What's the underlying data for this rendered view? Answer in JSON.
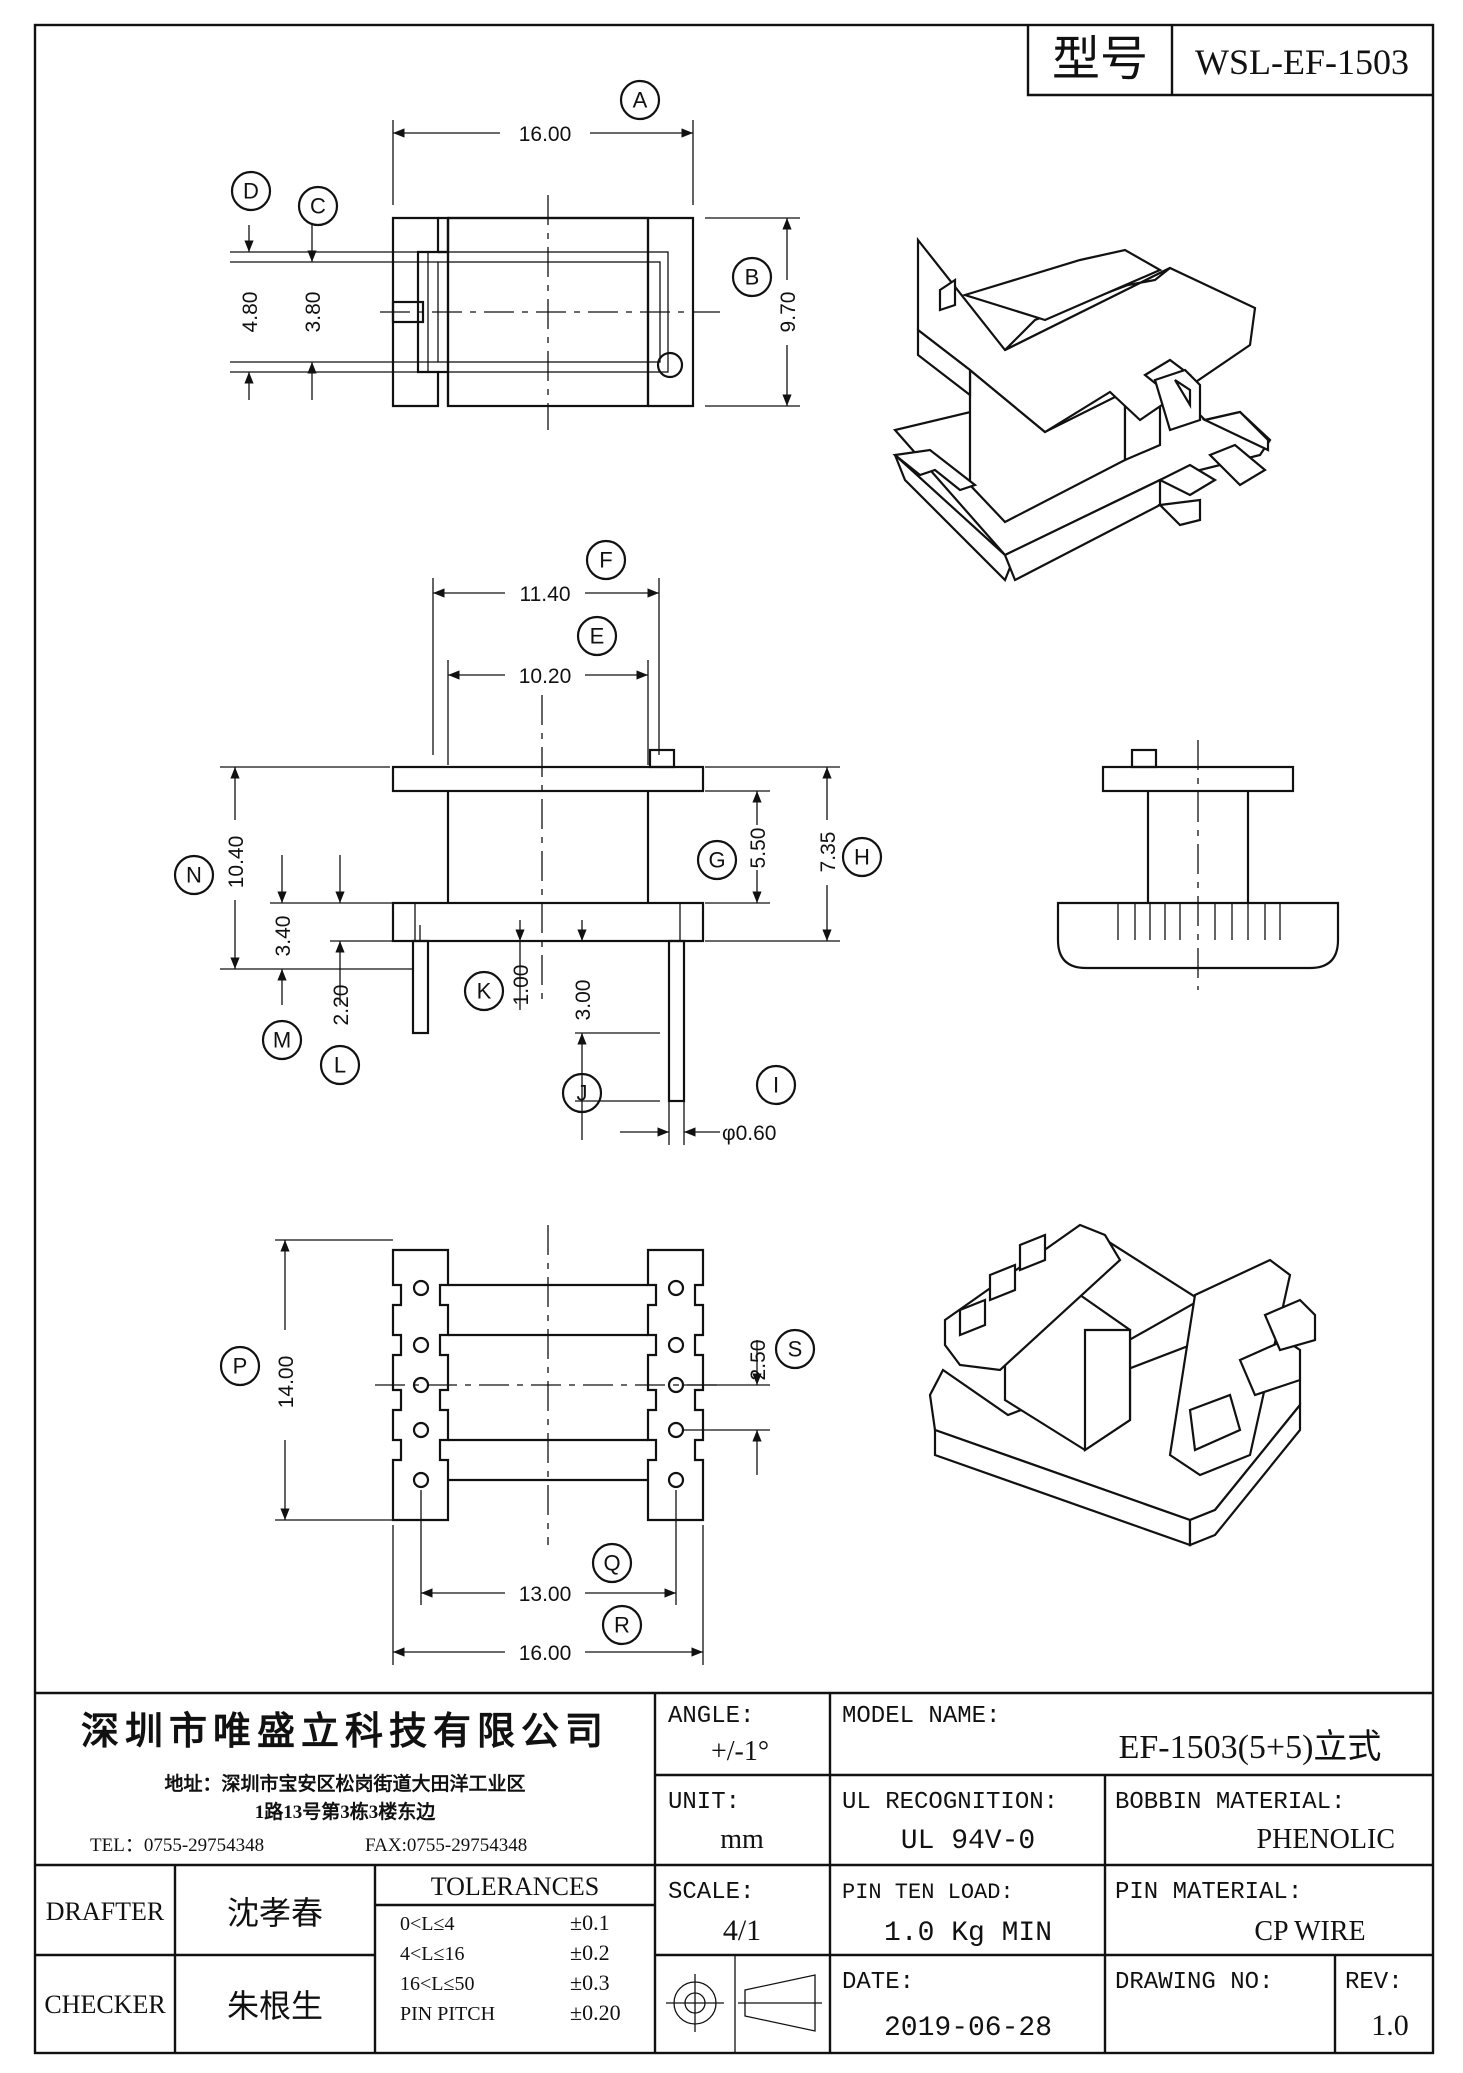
{
  "title_block_top": {
    "model_label": "型号",
    "model_value": "WSL-EF-1503"
  },
  "dimensions": {
    "top_view": {
      "a": "16.00",
      "b": "9.70",
      "c": "3.80",
      "d": "4.80"
    },
    "front_view": {
      "f": "11.40",
      "e": "10.20",
      "g": "5.50",
      "h": "7.35",
      "n": "10.40",
      "m": "3.40",
      "l": "2.20",
      "k": "1.00",
      "j": "3.00",
      "i": "φ0.60"
    },
    "bottom_view": {
      "p": "14.00",
      "s": "2.50",
      "q": "13.00",
      "r": "16.00"
    }
  },
  "callouts": [
    "A",
    "B",
    "C",
    "D",
    "E",
    "F",
    "G",
    "H",
    "I",
    "J",
    "K",
    "L",
    "M",
    "N",
    "P",
    "Q",
    "R",
    "S"
  ],
  "company": {
    "name": "深圳市唯盛立科技有限公司",
    "address1": "地址：深圳市宝安区松岗街道大田洋工业区",
    "address2": "1路13号第3栋3楼东边",
    "tel": "TEL：0755-29754348",
    "fax": "FAX:0755-29754348"
  },
  "angle": {
    "label": "ANGLE:",
    "value": "+/-1°"
  },
  "model_name": {
    "label": "MODEL NAME:",
    "value": "EF-1503(5+5)立式"
  },
  "unit": {
    "label": "UNIT:",
    "value": "mm"
  },
  "ul": {
    "label": "UL RECOGNITION:",
    "value": "UL 94V-0"
  },
  "bobbin_material": {
    "label": "BOBBIN MATERIAL:",
    "value": "PHENOLIC"
  },
  "drafter": {
    "label": "DRAFTER",
    "value": "沈孝春"
  },
  "checker": {
    "label": "CHECKER",
    "value": "朱根生"
  },
  "tolerances": {
    "label": "TOLERANCES",
    "rows": [
      {
        "range": "0<L≤4",
        "value": "±0.1"
      },
      {
        "range": "4<L≤16",
        "value": "±0.2"
      },
      {
        "range": "16<L≤50",
        "value": "±0.3"
      },
      {
        "range": "PIN PITCH",
        "value": "±0.20"
      }
    ]
  },
  "scale": {
    "label": "SCALE:",
    "value": "4/1"
  },
  "pin_ten_load": {
    "label": "PIN TEN LOAD:",
    "value": "1.0 Kg MIN"
  },
  "pin_material": {
    "label": "PIN MATERIAL:",
    "value": "CP WIRE"
  },
  "date": {
    "label": "DATE:",
    "value": "2019-06-28"
  },
  "drawing_no": {
    "label": "DRAWING NO:",
    "value": ""
  },
  "rev": {
    "label": "REV:",
    "value": "1.0"
  }
}
